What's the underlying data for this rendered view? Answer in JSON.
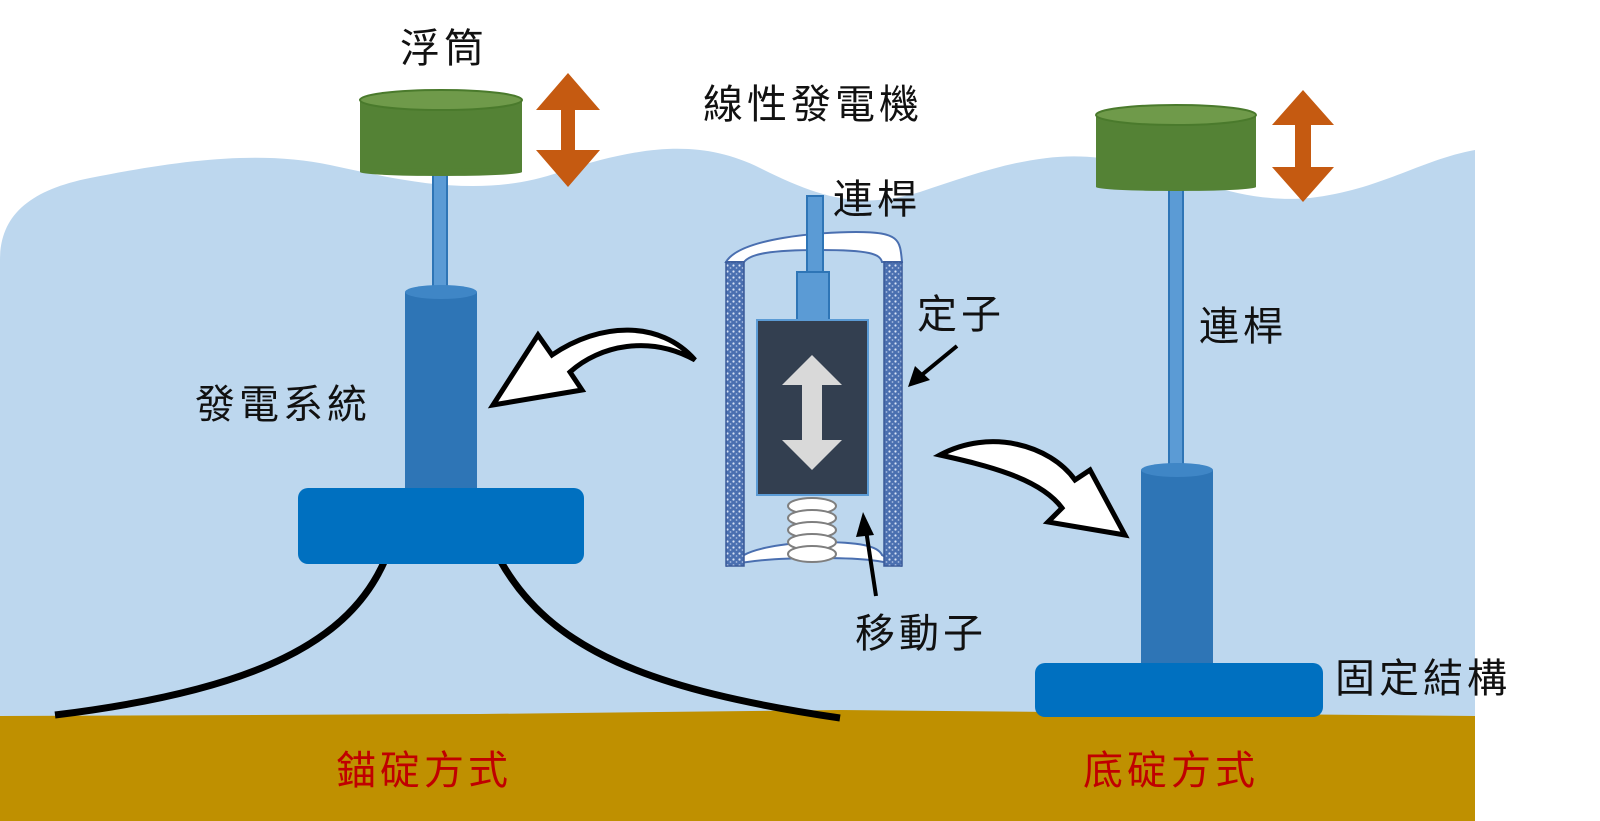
{
  "labels": {
    "buoy": "浮筒",
    "linear_generator": "線性發電機",
    "rod_center": "連桿",
    "rod_right": "連桿",
    "stator": "定子",
    "power_system": "發電系統",
    "mover": "移動子",
    "fixed_structure": "固定結構",
    "anchored_method": "錨碇方式",
    "bottom_mounted_method": "底碇方式"
  },
  "colors": {
    "sea": "#bdd7ee",
    "seabed": "#bf9000",
    "buoy": "#548235",
    "column": "#2e75b6",
    "base": "#0070c0",
    "motion_arrow": "#c55a11",
    "mover_block": "#333f50",
    "label_red": "#c00000"
  },
  "icons": {
    "up_down_arrow_left": "double-headed-arrow",
    "up_down_arrow_right": "double-headed-arrow",
    "mover_arrow": "double-headed-arrow",
    "curved_arrow_left": "curved-arrow",
    "curved_arrow_right": "curved-arrow"
  }
}
